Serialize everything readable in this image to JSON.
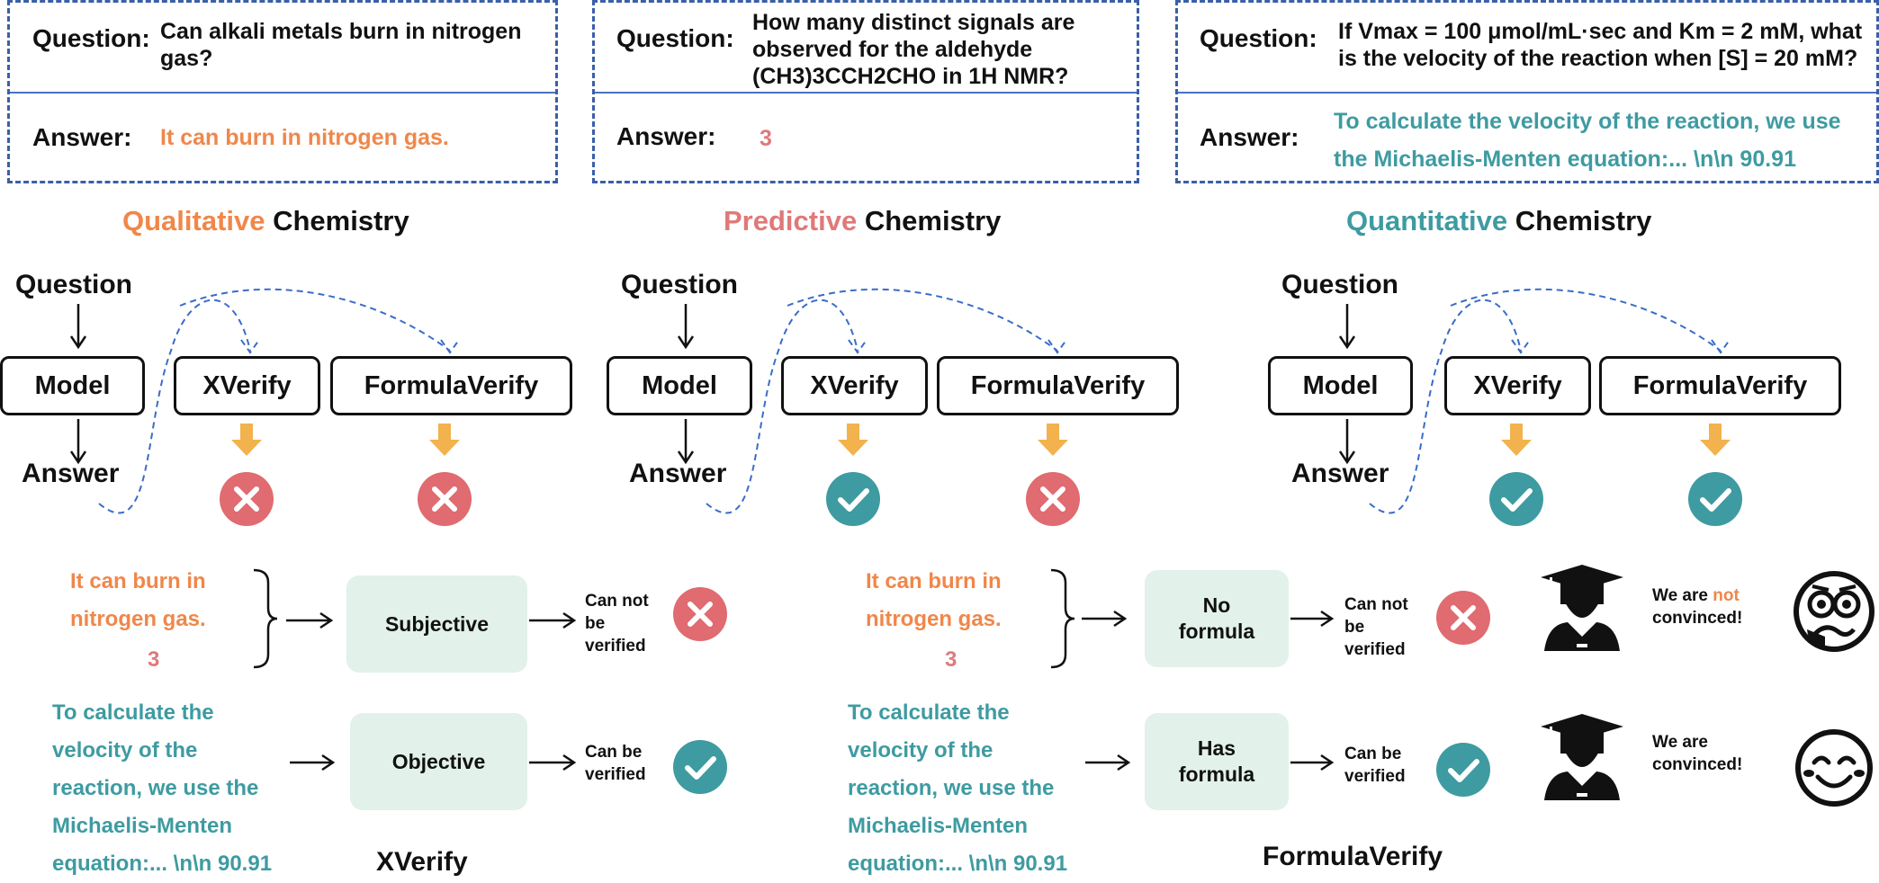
{
  "colors": {
    "qualitative": "#f0874a",
    "predictive": "#e07979",
    "quantitative": "#3e9ba1",
    "dashed_border": "#3b5fa8",
    "down_arrow": "#f2b24d",
    "fail_circle": "#e06b70",
    "pass_circle": "#3e9ba1",
    "green_box": "#e2f1ea"
  },
  "panels": [
    {
      "question_label": "Question:",
      "question": [
        "Can alkali metals burn in nitrogen",
        "gas?"
      ],
      "answer_label": "Answer:",
      "answer": "It can burn in nitrogen gas.",
      "title_colored": "Qualitative",
      "title_rest": " Chemistry",
      "flow": {
        "question": "Question",
        "model": "Model",
        "answer": "Answer",
        "xverify": "XVerify",
        "formulaverify": "FormulaVerify",
        "xverify_result": "fail",
        "formulaverify_result": "fail"
      }
    },
    {
      "question_label": "Question:",
      "question": [
        "How many distinct signals are",
        "observed for the aldehyde",
        "(CH3)3CCH2CHO in 1H NMR?"
      ],
      "answer_label": "Answer:",
      "answer": "3",
      "title_colored": "Predictive",
      "title_rest": " Chemistry",
      "flow": {
        "question": "Question",
        "model": "Model",
        "answer": "Answer",
        "xverify": "XVerify",
        "formulaverify": "FormulaVerify",
        "xverify_result": "pass",
        "formulaverify_result": "fail"
      }
    },
    {
      "question_label": "Question:",
      "question": [
        "If Vmax = 100 μmol/mL·sec and Km = 2 mM, what",
        "is the velocity of the reaction when [S] = 20 mM?"
      ],
      "answer_label": "Answer:",
      "answer": [
        "To calculate the velocity of the reaction, we use",
        "the Michaelis-Menten equation:... \\n\\n 90.91"
      ],
      "title_colored": "Quantitative",
      "title_rest": " Chemistry",
      "flow": {
        "question": "Question",
        "model": "Model",
        "answer": "Answer",
        "xverify": "XVerify",
        "formulaverify": "FormulaVerify",
        "xverify_result": "pass",
        "formulaverify_result": "pass"
      }
    }
  ],
  "xverify_section": {
    "qual_answer": [
      "It can burn in",
      "nitrogen gas."
    ],
    "pred_answer": "3",
    "quant_answer": [
      "To calculate the",
      "velocity of the",
      "reaction, we use the",
      "Michaelis-Menten",
      "equation:... \\n\\n 90.91"
    ],
    "subjective": "Subjective",
    "objective": "Objective",
    "cannot_verify": [
      "Can not",
      "be",
      "verified"
    ],
    "can_verify": [
      "Can be",
      "verified"
    ],
    "title": "XVerify"
  },
  "formula_section": {
    "qual_answer": [
      "It can burn in",
      "nitrogen gas."
    ],
    "pred_answer": "3",
    "quant_answer": [
      "To calculate the",
      "velocity of the",
      "reaction, we use the",
      "Michaelis-Menten",
      "equation:... \\n\\n 90.91"
    ],
    "no_formula": [
      "No",
      "formula"
    ],
    "has_formula": [
      "Has",
      "formula"
    ],
    "cannot_verify": [
      "Can not",
      "be",
      "verified"
    ],
    "can_verify": [
      "Can be",
      "verified"
    ],
    "not_convinced_pre": "We are ",
    "not_convinced_word": "not",
    "not_convinced_post": "convinced!",
    "convinced": [
      "We are",
      "convinced!"
    ],
    "title": "FormulaVerify"
  }
}
